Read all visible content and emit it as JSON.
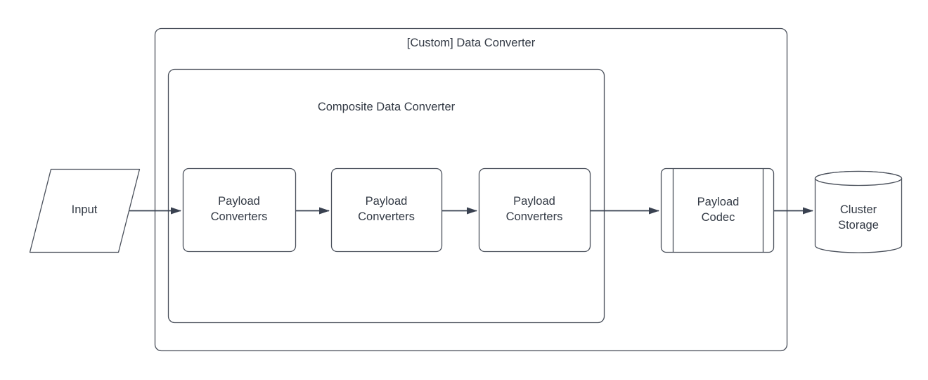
{
  "diagram": {
    "type": "flowchart",
    "outer_container": {
      "title": "[Custom] Data Converter"
    },
    "inner_container": {
      "title": "Composite Data Converter"
    },
    "nodes": {
      "input": {
        "label": "Input",
        "shape": "parallelogram"
      },
      "payload_converter_1": {
        "label": "Payload Converters",
        "shape": "rounded-rect"
      },
      "payload_converter_2": {
        "label": "Payload Converters",
        "shape": "rounded-rect"
      },
      "payload_converter_3": {
        "label": "Payload Converters",
        "shape": "rounded-rect"
      },
      "payload_codec": {
        "label": "Payload Codec",
        "shape": "predefined-process"
      },
      "cluster_storage": {
        "label": "Cluster Storage",
        "shape": "cylinder"
      }
    },
    "edges": [
      {
        "from": "input",
        "to": "payload_converter_1"
      },
      {
        "from": "payload_converter_1",
        "to": "payload_converter_2"
      },
      {
        "from": "payload_converter_2",
        "to": "payload_converter_3"
      },
      {
        "from": "payload_converter_3",
        "to": "payload_codec"
      },
      {
        "from": "payload_codec",
        "to": "cluster_storage"
      }
    ],
    "colors": {
      "stroke": "#4a505b",
      "edge": "#394150",
      "text": "#333a45",
      "background": "#ffffff"
    }
  }
}
